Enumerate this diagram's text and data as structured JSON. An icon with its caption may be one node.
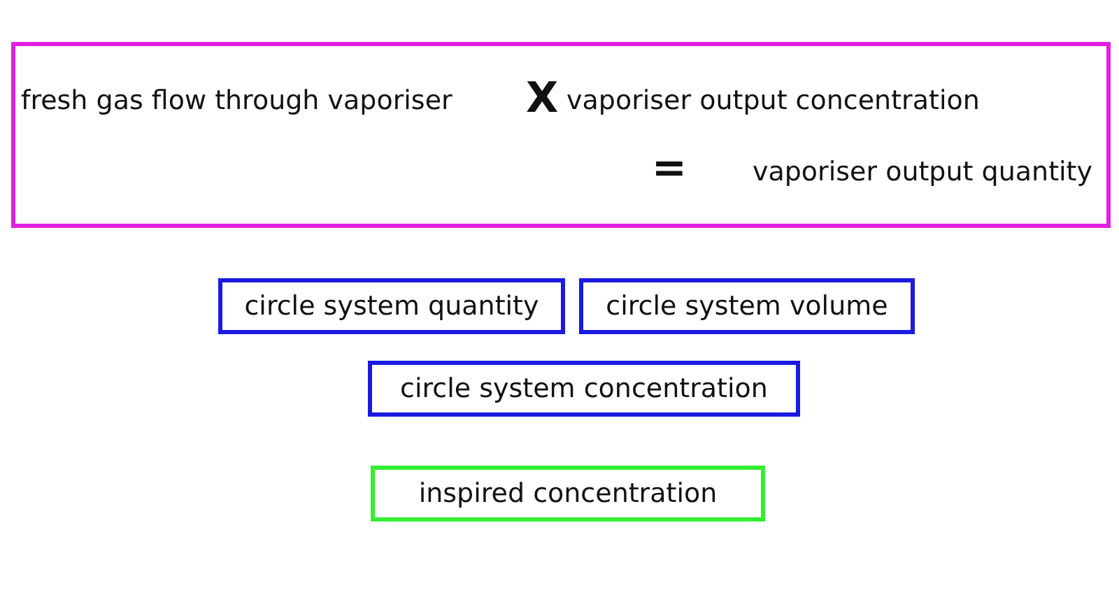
{
  "diagram": {
    "nodes": [
      {
        "text": [
          "fresh gas flow through vaporiser",
          "X",
          "vaporiser output concentration",
          "=",
          "vaporiser output quantity"
        ]
      },
      {
        "text": [
          "circle system quantity"
        ]
      },
      {
        "text": [
          "circle system volume"
        ]
      },
      {
        "text": [
          "circle system concentration"
        ]
      },
      {
        "text": [
          "inspired concentration"
        ]
      }
    ]
  }
}
